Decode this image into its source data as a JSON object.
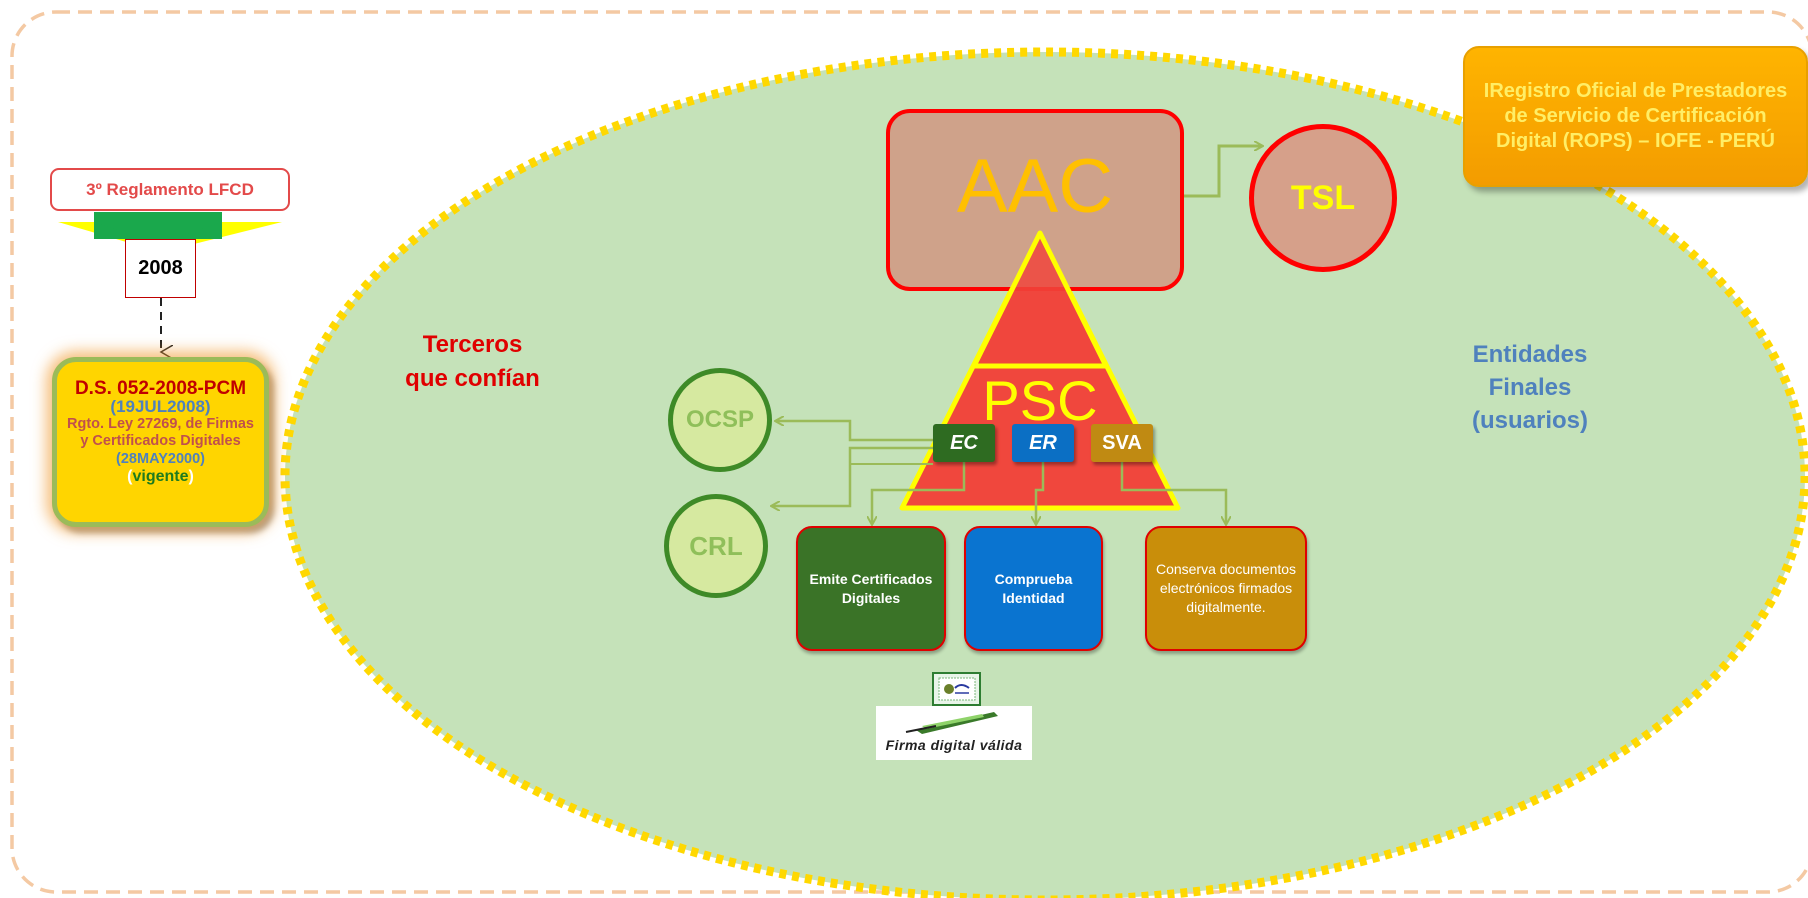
{
  "colors": {
    "ellipse_fill": "#c5e2b9",
    "ellipse_border": "#ffd800",
    "frame_border": "#f4c9a3",
    "aac_fill": "#cfa28a",
    "psc_fill": "#f0473d",
    "connector": "#9bbb59"
  },
  "timeline": {
    "reglamento_label": "3º Reglamento LFCD",
    "year": "2008",
    "ds_title": "D.S. 052-2008-PCM",
    "ds_date": "(19JUL2008)",
    "ds_description": "Rgto. Ley 27269, de Firmas y Certificados Digitales",
    "ds_date2": "(28MAY2000)",
    "ds_status_open": "(",
    "ds_status": "vigente",
    "ds_status_close": ")"
  },
  "labels": {
    "terceros": "Terceros que confían",
    "entidades": "Entidades Finales (usuarios)"
  },
  "nodes": {
    "aac": "AAC",
    "tsl": "TSL",
    "rops": "IRegistro Oficial de Prestadores de Servicio de Certificación Digital (ROPS) – IOFE - PERÚ",
    "psc": "PSC",
    "ec": "EC",
    "er": "ER",
    "sva": "SVA",
    "ocsp": "OCSP",
    "crl": "CRL"
  },
  "functions": {
    "ec": "Emite Certificados Digitales",
    "er": "Comprueba Identidad",
    "sva": "Conserva documentos electrónicos firmados digitalmente."
  },
  "firma": {
    "text": "Firma digital válida"
  }
}
